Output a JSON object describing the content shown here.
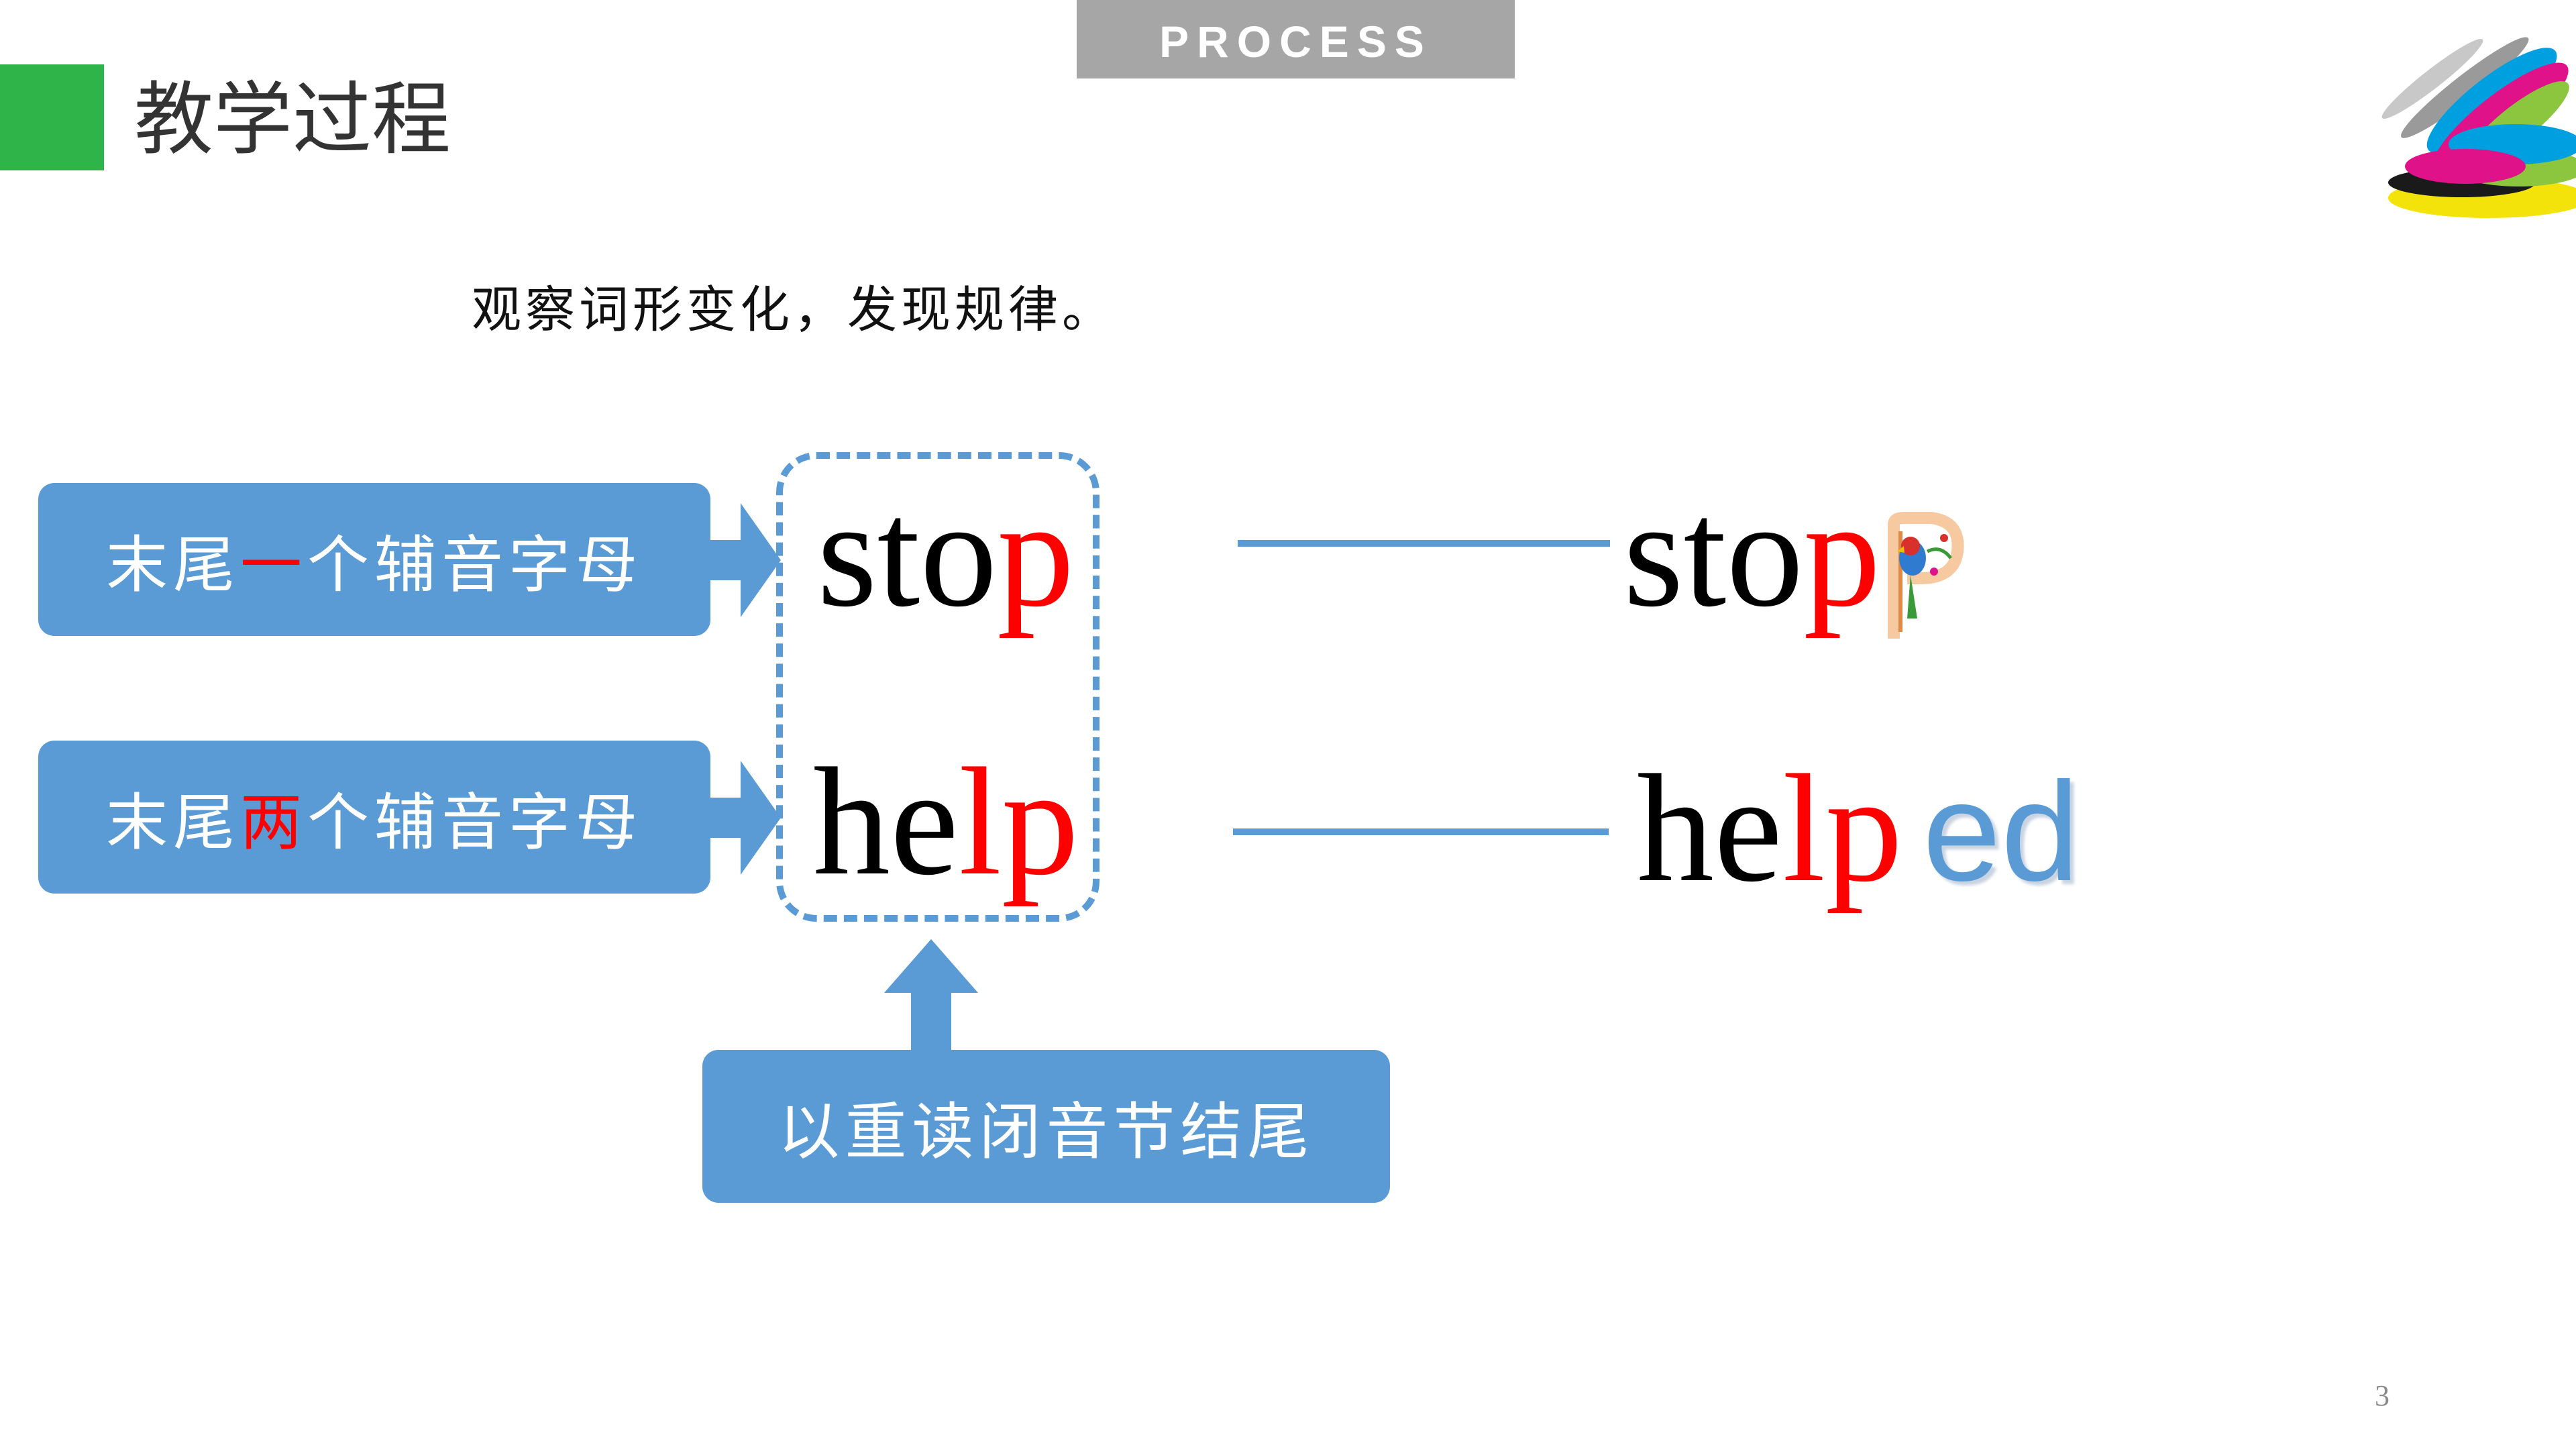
{
  "header": {
    "title": "教学过程",
    "tab_label": "PROCESS"
  },
  "instruction": "观察词形变化，发现规律。",
  "rule_boxes": {
    "one_consonant": {
      "prefix": "末尾",
      "highlight": "一",
      "suffix": "个辅音字母"
    },
    "two_consonants": {
      "prefix": "末尾",
      "highlight": "两",
      "suffix": "个辅音字母"
    },
    "stressed_closed": "以重读闭音节结尾"
  },
  "words": {
    "stop": {
      "base": "sto",
      "ending": "p"
    },
    "help": {
      "base": "he",
      "ending": "lp"
    },
    "stopped": {
      "base": "sto",
      "ending": "p",
      "decorated_letter": "P"
    },
    "helped": {
      "base": "he",
      "ending": "lp",
      "suffix": "ed"
    }
  },
  "page_number": "3",
  "colors": {
    "green_accent": "#2fb44a",
    "box_blue": "#5b9bd5",
    "highlight_red": "#ff0000",
    "tab_gray": "#a6a6a6"
  },
  "icons": [
    "brush-stroke-logo-icon",
    "decorated-parrot-letter-p-icon",
    "arrow-right-icon",
    "arrow-up-icon"
  ]
}
